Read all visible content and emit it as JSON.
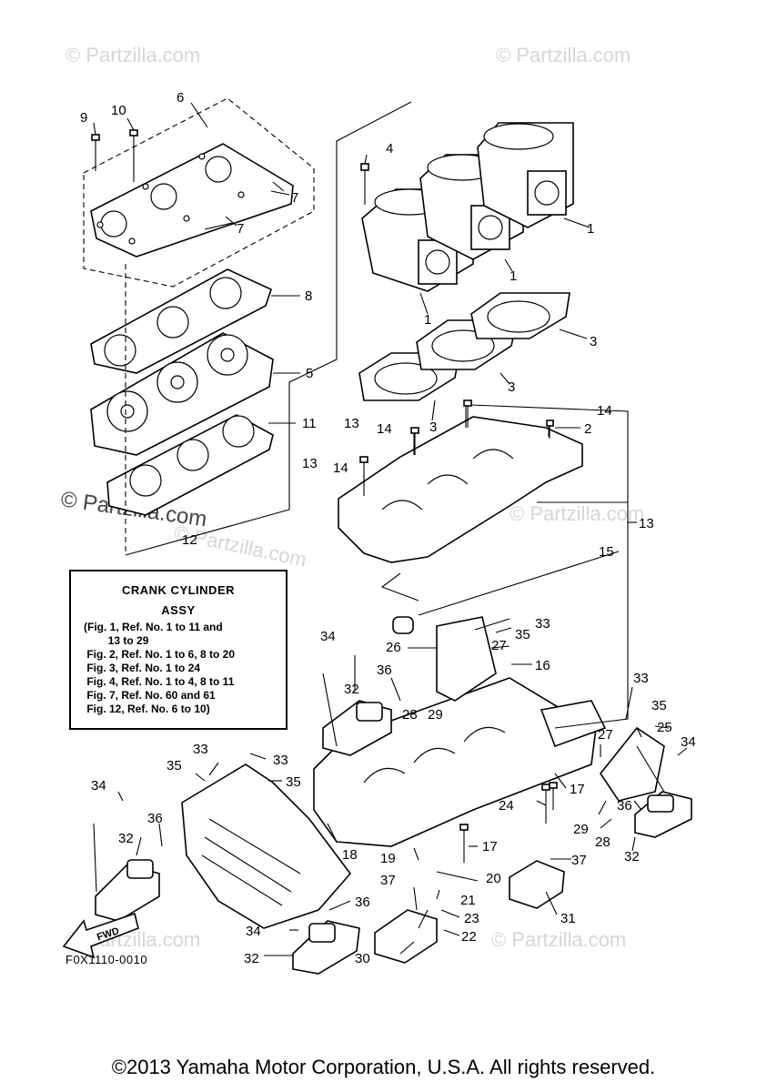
{
  "watermarks": [
    "© Partzilla.com",
    "© Partzilla.com",
    "© Partzilla.com",
    "© Partzilla.com",
    "© Partzilla.com",
    "© Partzilla.com",
    "© Partzilla.com"
  ],
  "legend": {
    "title_1": "CRANK CYLINDER",
    "title_2": "ASSY",
    "lines": [
      "(Fig. 1, Ref. No. 1 to 11 and",
      "        13 to 29",
      " Fig. 2, Ref. No. 1 to 6, 8 to 20",
      " Fig. 3, Ref. No. 1 to 24",
      " Fig. 4, Ref. No. 1 to 4, 8 to 11",
      " Fig. 7, Ref. No. 60 and 61",
      " Fig. 12, Ref. No. 6 to 10)"
    ]
  },
  "fwd_label": "FWD",
  "figure_code": "F0X1110-0010",
  "copyright": "©2013 Yamaha Motor Corporation, U.S.A. All rights reserved.",
  "callouts": {
    "c1a": "1",
    "c1b": "1",
    "c1c": "1",
    "c2": "2",
    "c3a": "3",
    "c3b": "3",
    "c3c": "3",
    "c4": "4",
    "c5": "5",
    "c6": "6",
    "c7a": "7",
    "c7b": "7",
    "c8": "8",
    "c9": "9",
    "c10": "10",
    "c11": "11",
    "c12": "12",
    "c13a": "13",
    "c13b": "13",
    "c13c": "13",
    "c14a": "14",
    "c14b": "14",
    "c14c": "14",
    "c15": "15",
    "c16": "16",
    "c17a": "17",
    "c17b": "17",
    "c18": "18",
    "c19": "19",
    "c20": "20",
    "c21": "21",
    "c22": "22",
    "c23": "23",
    "c24": "24",
    "c25": "25",
    "c26": "26",
    "c27a": "27",
    "c27b": "27",
    "c28a": "28",
    "c28b": "28",
    "c29a": "29",
    "c29b": "29",
    "c30": "30",
    "c31": "31",
    "c32a": "32",
    "c32b": "32",
    "c32c": "32",
    "c32d": "32",
    "c33a": "33",
    "c33b": "33",
    "c33c": "33",
    "c33d": "33",
    "c34a": "34",
    "c34b": "34",
    "c34c": "34",
    "c34d": "34",
    "c35a": "35",
    "c35b": "35",
    "c35c": "35",
    "c35d": "35",
    "c36a": "36",
    "c36b": "36",
    "c36c": "36",
    "c36d": "36",
    "c37a": "37",
    "c37b": "37"
  }
}
